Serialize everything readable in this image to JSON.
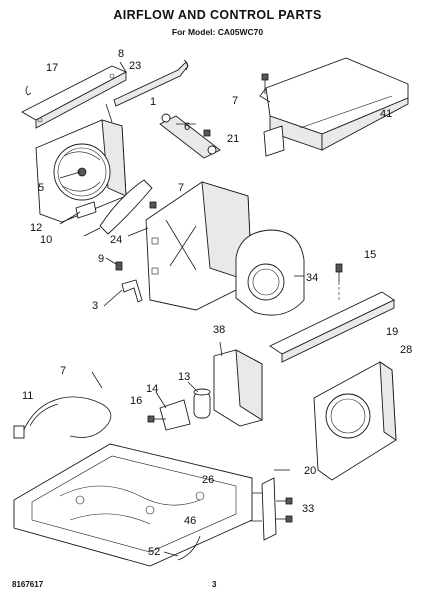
{
  "header": {
    "title": "AIRFLOW AND CONTROL PARTS",
    "subtitle": "For Model: CA05WC70"
  },
  "footer": {
    "doc_number": "8167617",
    "page_number": "3"
  },
  "callouts": [
    "1",
    "3",
    "5",
    "6",
    "7",
    "7",
    "7",
    "8",
    "9",
    "10",
    "11",
    "12",
    "13",
    "14",
    "15",
    "16",
    "17",
    "19",
    "20",
    "21",
    "23",
    "24",
    "26",
    "28",
    "33",
    "34",
    "38",
    "41",
    "46",
    "52"
  ]
}
